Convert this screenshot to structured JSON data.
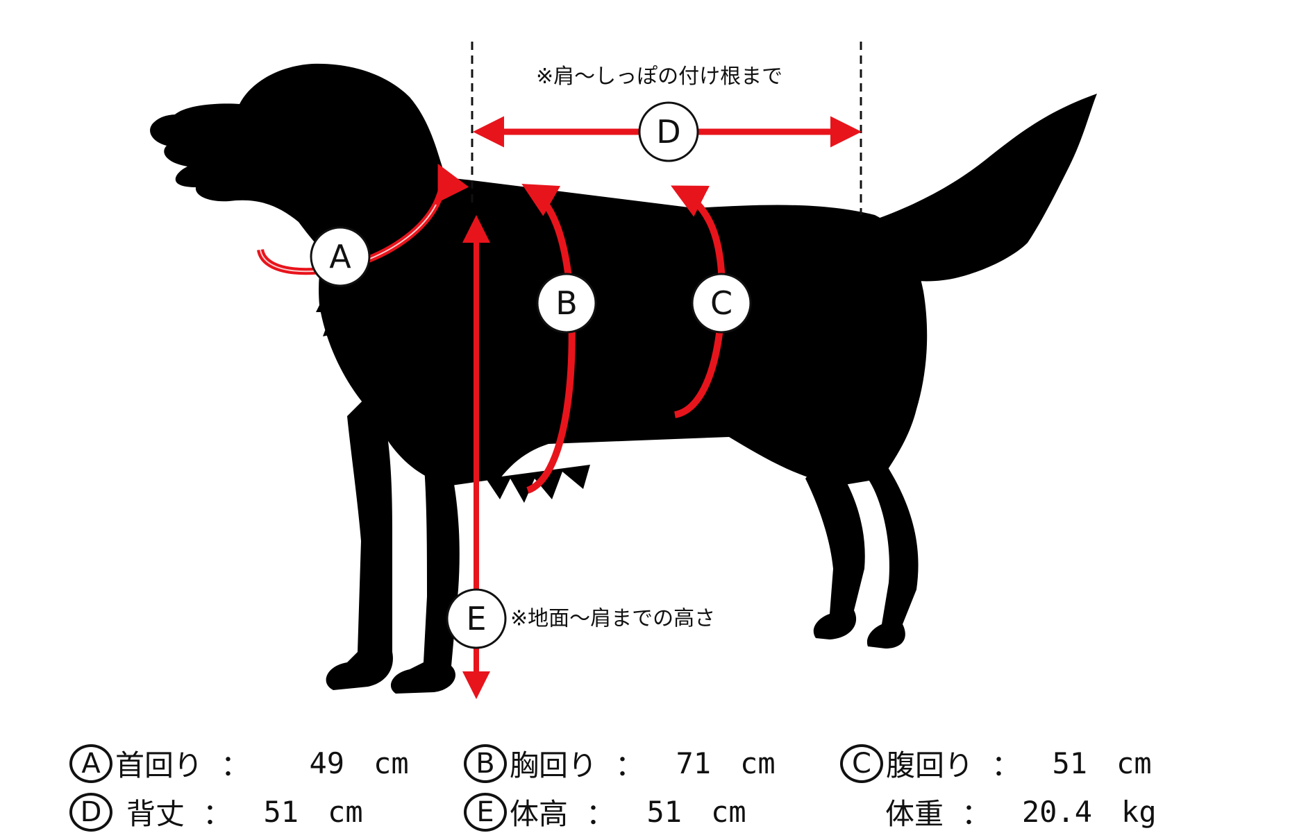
{
  "labels": {
    "A": "A",
    "B": "B",
    "C": "C",
    "D": "D",
    "E": "E"
  },
  "notes": {
    "D": "※肩〜しっぽの付け根まで",
    "E": "※地面〜肩までの高さ"
  },
  "colors": {
    "silhouette": "#000000",
    "arrow": "#e8141c",
    "line": "#111111"
  },
  "measurements": [
    {
      "badge": "A",
      "name": "首回り",
      "value": "49",
      "unit": "cm"
    },
    {
      "badge": "B",
      "name": "胸回り",
      "value": "71",
      "unit": "cm"
    },
    {
      "badge": "C",
      "name": "腹回り",
      "value": "51",
      "unit": "cm"
    },
    {
      "badge": "D",
      "name": "背丈",
      "value": "51",
      "unit": "cm"
    },
    {
      "badge": "E",
      "name": "体高",
      "value": "51",
      "unit": "cm"
    },
    {
      "badge": "",
      "name": "体重",
      "value": "20.4",
      "unit": "kg"
    }
  ],
  "colon": "："
}
